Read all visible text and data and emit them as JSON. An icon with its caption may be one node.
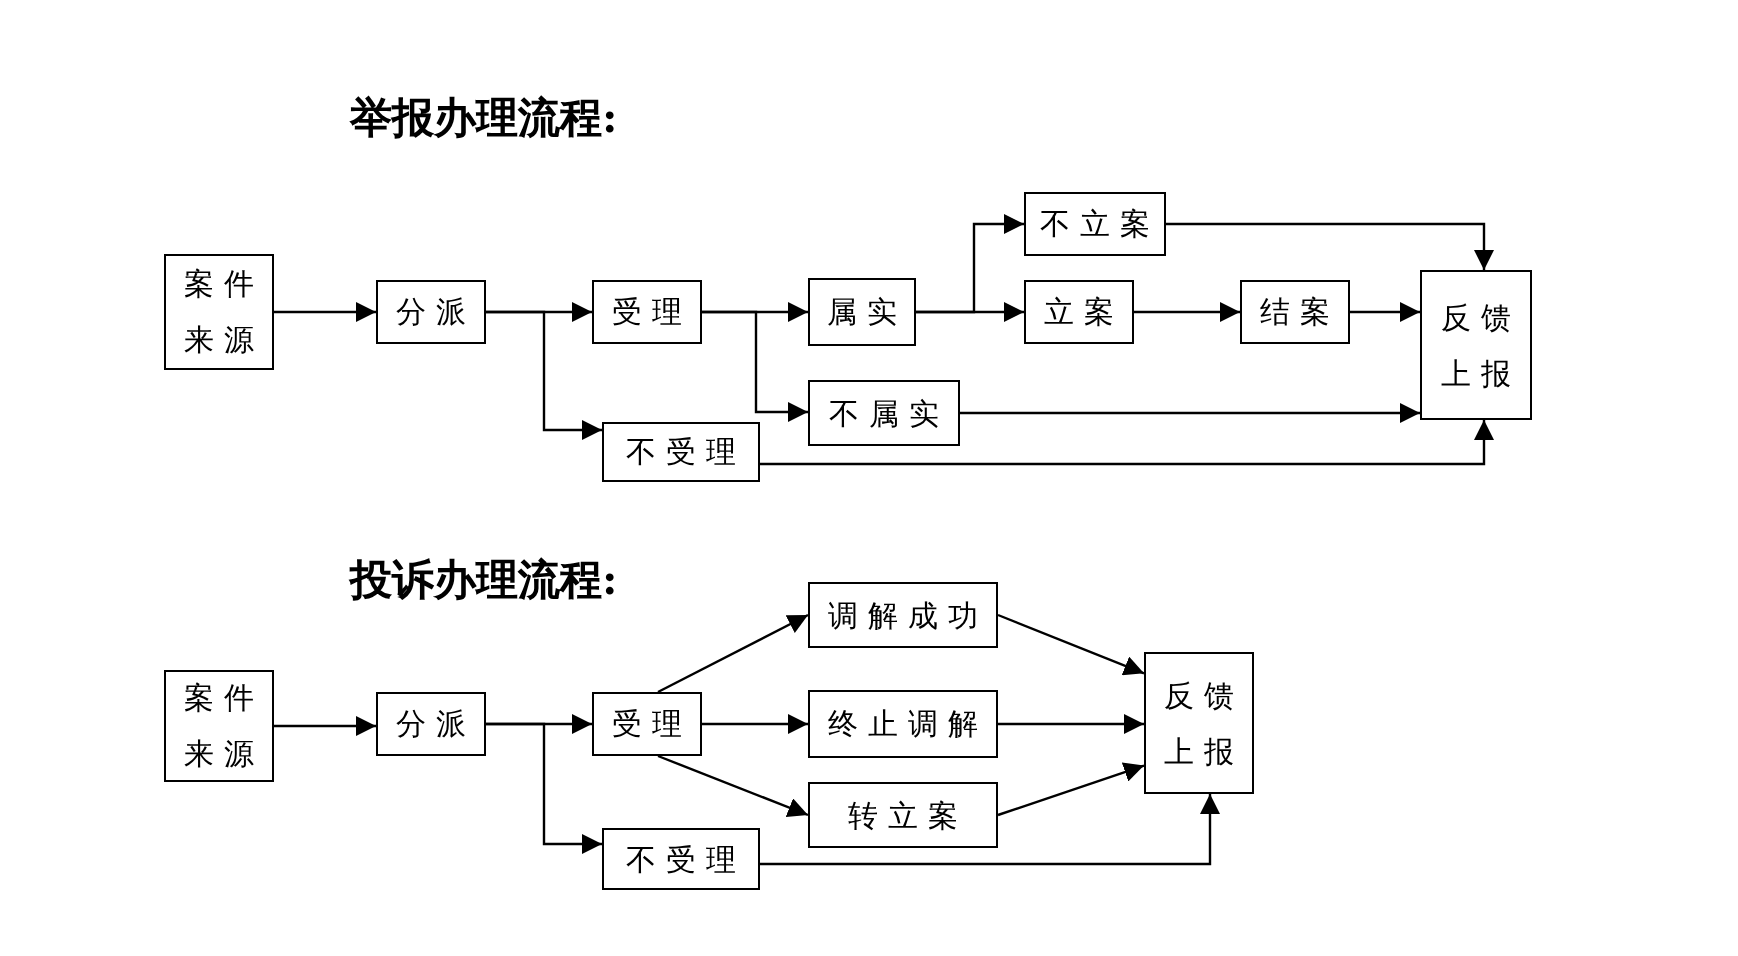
{
  "diagram": {
    "nodes": [
      {
        "text": [
          "案件来源"
        ]
      },
      {
        "text": [
          "分派"
        ]
      },
      {
        "text": [
          "受理"
        ]
      },
      {
        "text": [
          "不受理"
        ]
      },
      {
        "text": [
          "属实"
        ]
      },
      {
        "text": [
          "不属实"
        ]
      },
      {
        "text": [
          "不立案"
        ]
      },
      {
        "text": [
          "立案"
        ]
      },
      {
        "text": [
          "结案"
        ]
      },
      {
        "text": [
          "反馈上报"
        ]
      },
      {
        "text": [
          "案件来源"
        ]
      },
      {
        "text": [
          "分派"
        ]
      },
      {
        "text": [
          "受理"
        ]
      },
      {
        "text": [
          "不受理"
        ]
      },
      {
        "text": [
          "调解成功"
        ]
      },
      {
        "text": [
          "终止调解"
        ]
      },
      {
        "text": [
          "转立案"
        ]
      },
      {
        "text": [
          "反馈上报"
        ]
      }
    ],
    "edges": [
      {
        "from": 0,
        "to": 1,
        "arrow": "to"
      },
      {
        "from": 1,
        "to": 2,
        "arrow": "to"
      },
      {
        "from": 1,
        "to": 3,
        "arrow": "to"
      },
      {
        "from": 2,
        "to": 4,
        "arrow": "to"
      },
      {
        "from": 2,
        "to": 5,
        "arrow": "to"
      },
      {
        "from": 4,
        "to": 6,
        "arrow": "to"
      },
      {
        "from": 4,
        "to": 7,
        "arrow": "to"
      },
      {
        "from": 7,
        "to": 8,
        "arrow": "to"
      },
      {
        "from": 8,
        "to": 9,
        "arrow": "to"
      },
      {
        "from": 6,
        "to": 9,
        "arrow": "to"
      },
      {
        "from": 5,
        "to": 9,
        "arrow": "to"
      },
      {
        "from": 3,
        "to": 9,
        "arrow": "to"
      },
      {
        "from": 10,
        "to": 11,
        "arrow": "to"
      },
      {
        "from": 11,
        "to": 12,
        "arrow": "to"
      },
      {
        "from": 11,
        "to": 13,
        "arrow": "to"
      },
      {
        "from": 12,
        "to": 14,
        "arrow": "to"
      },
      {
        "from": 12,
        "to": 15,
        "arrow": "to"
      },
      {
        "from": 12,
        "to": 16,
        "arrow": "to"
      },
      {
        "from": 14,
        "to": 17,
        "arrow": "to"
      },
      {
        "from": 15,
        "to": 17,
        "arrow": "to"
      },
      {
        "from": 16,
        "to": 17,
        "arrow": "to"
      },
      {
        "from": 13,
        "to": 17,
        "arrow": "to"
      }
    ],
    "labels": [
      "举报办理流程:",
      "投诉办理流程:"
    ]
  }
}
